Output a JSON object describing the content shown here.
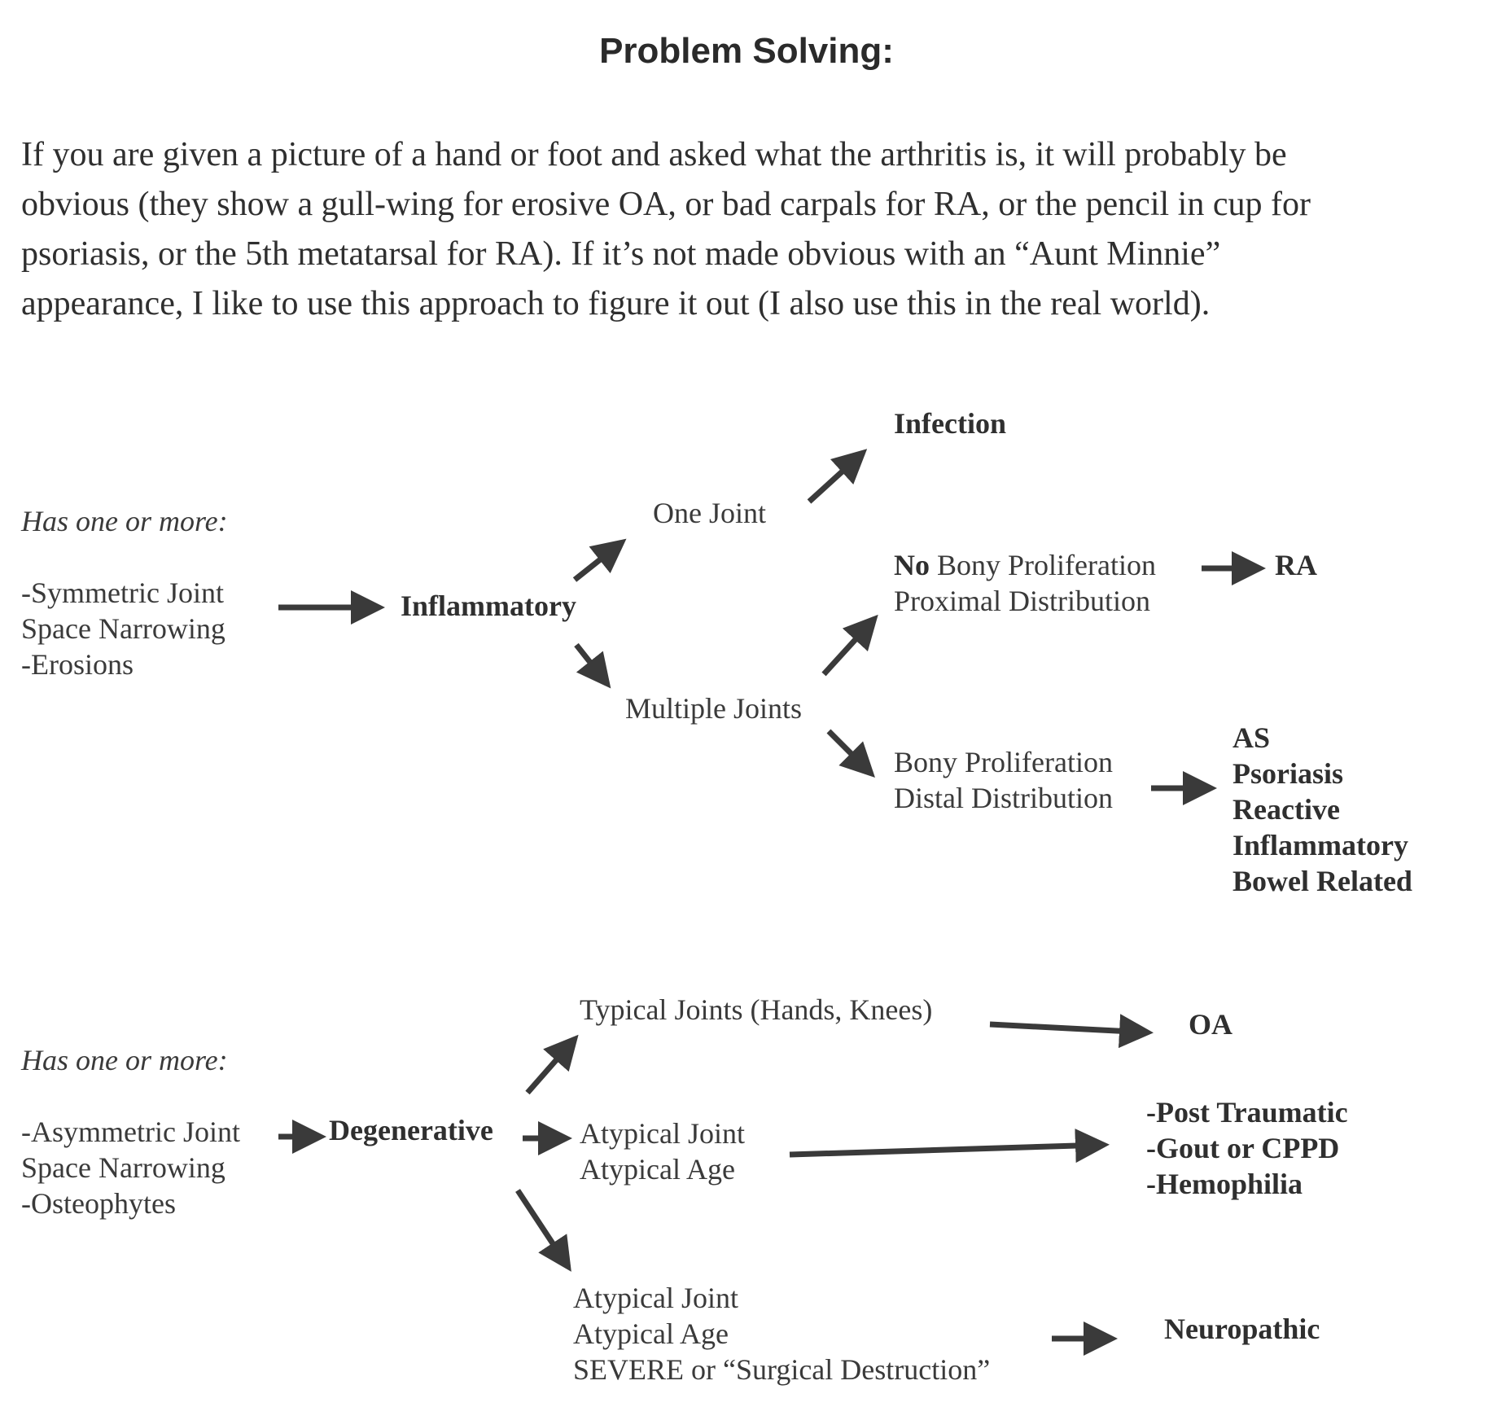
{
  "title": "Problem Solving:",
  "intro": [
    "If you are given a picture of a hand or foot and asked what the arthritis is, it will probably be",
    "obvious (they show a gull-wing for erosive OA, or bad carpals for RA, or the pencil in cup for",
    "psoriasis, or the 5th metatarsal for RA).  If it’s not made obvious with an “Aunt Minnie”",
    "appearance, I like to use this approach to figure it out (I also use this in the real world)."
  ],
  "inflammatory": {
    "has_label": "Has one or more:",
    "criteria": [
      "-Symmetric Joint",
      "Space Narrowing",
      "-Erosions"
    ],
    "category": "Inflammatory",
    "one_joint": "One Joint",
    "infection": "Infection",
    "multiple_joints": "Multiple Joints",
    "no_bony": {
      "prefix": "No",
      "rest": " Bony Proliferation",
      "line2": "Proximal Distribution"
    },
    "ra": "RA",
    "bony": [
      "Bony Proliferation",
      "Distal Distribution"
    ],
    "bony_results": [
      "AS",
      "Psoriasis",
      "Reactive",
      "Inflammatory",
      "Bowel Related"
    ]
  },
  "degenerative": {
    "has_label": "Has one or more:",
    "criteria": [
      "-Asymmetric Joint",
      "Space Narrowing",
      "-Osteophytes"
    ],
    "category": "Degenerative",
    "typical": "Typical Joints (Hands, Knees)",
    "oa": "OA",
    "atypical": [
      "Atypical Joint",
      "Atypical Age"
    ],
    "atypical_results": [
      "-Post Traumatic",
      "-Gout or CPPD",
      "-Hemophilia"
    ],
    "severe": [
      "Atypical Joint",
      "Atypical Age",
      "SEVERE or “Surgical Destruction”"
    ],
    "neuropathic": "Neuropathic"
  }
}
